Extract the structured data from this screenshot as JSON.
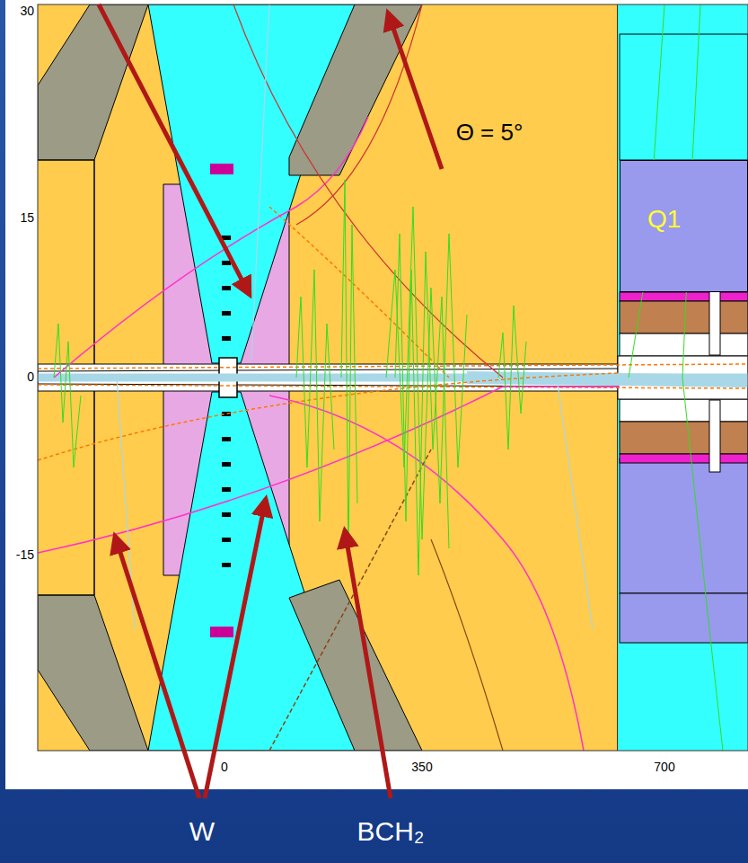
{
  "diagram": {
    "nodes": [
      {
        "text": [
          "Q1"
        ]
      }
    ],
    "labels": [
      "Θ = 5°",
      "30",
      "15",
      "0",
      "-15",
      "0",
      "350",
      "700",
      "W",
      "BCH₂"
    ]
  }
}
